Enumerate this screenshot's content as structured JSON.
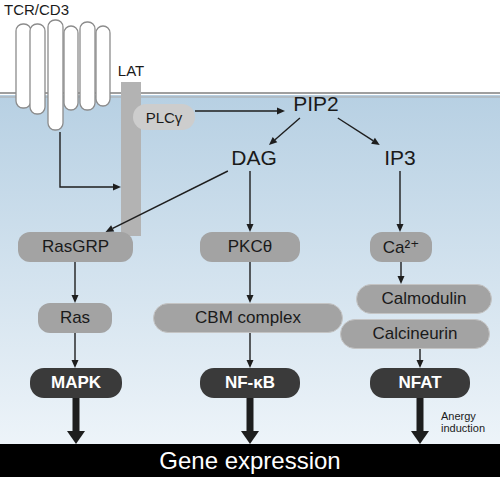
{
  "diagram": {
    "nodes": [
      {
        "text": [
          "TCR/CD3"
        ]
      },
      {
        "text": [
          "LAT"
        ]
      },
      {
        "text": [
          "PLCγ"
        ]
      },
      {
        "text": [
          "PIP2"
        ]
      },
      {
        "text": [
          "DAG"
        ]
      },
      {
        "text": [
          "IP3"
        ]
      },
      {
        "text": [
          "RasGRP"
        ]
      },
      {
        "text": [
          "PKCθ"
        ]
      },
      {
        "text": [
          "Ca²⁺"
        ]
      },
      {
        "text": [
          "Ras"
        ]
      },
      {
        "text": [
          "CBM complex"
        ]
      },
      {
        "text": [
          "Calmodulin"
        ]
      },
      {
        "text": [
          "Calcineurin"
        ]
      },
      {
        "text": [
          "MAPK"
        ]
      },
      {
        "text": [
          "NF-κB"
        ]
      },
      {
        "text": [
          "NFAT"
        ]
      },
      {
        "text": [
          "Gene expression"
        ]
      }
    ],
    "edges": [
      {
        "from": 0,
        "to": 1,
        "arrow": "to"
      },
      {
        "from": 2,
        "to": 3,
        "arrow": "to"
      },
      {
        "from": 3,
        "to": 4,
        "arrow": "to"
      },
      {
        "from": 3,
        "to": 5,
        "arrow": "to"
      },
      {
        "from": 4,
        "to": 6,
        "arrow": "to"
      },
      {
        "from": 4,
        "to": 7,
        "arrow": "to"
      },
      {
        "from": 5,
        "to": 8,
        "arrow": "to"
      },
      {
        "from": 6,
        "to": 9,
        "arrow": "to"
      },
      {
        "from": 9,
        "to": 13,
        "arrow": "to"
      },
      {
        "from": 7,
        "to": 10,
        "arrow": "to"
      },
      {
        "from": 10,
        "to": 14,
        "arrow": "to"
      },
      {
        "from": 8,
        "to": 11,
        "arrow": "to"
      },
      {
        "from": 12,
        "to": 15,
        "arrow": "to"
      },
      {
        "from": 13,
        "to": 16,
        "arrow": "to"
      },
      {
        "from": 14,
        "to": 16,
        "arrow": "to"
      },
      {
        "from": 15,
        "to": 16,
        "arrow": "to"
      }
    ],
    "labels": [
      "Anergy induction"
    ]
  }
}
